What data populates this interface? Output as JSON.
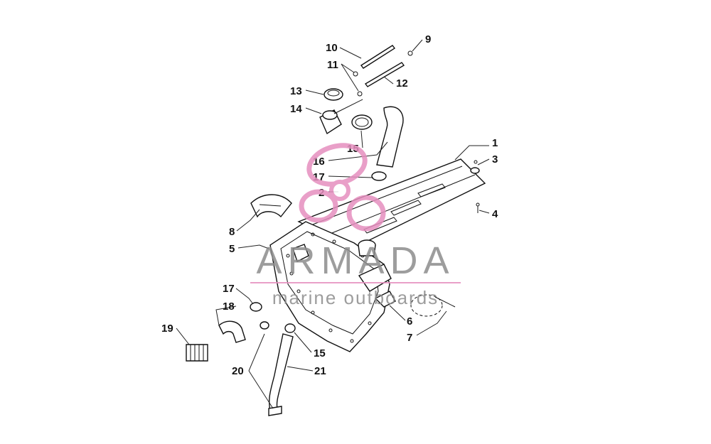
{
  "callouts": [
    {
      "id": "c1",
      "label": "1"
    },
    {
      "id": "c2",
      "label": "2"
    },
    {
      "id": "c3",
      "label": "3"
    },
    {
      "id": "c4",
      "label": "4"
    },
    {
      "id": "c5",
      "label": "5"
    },
    {
      "id": "c6",
      "label": "6"
    },
    {
      "id": "c7",
      "label": "7"
    },
    {
      "id": "c8",
      "label": "8"
    },
    {
      "id": "c9",
      "label": "9"
    },
    {
      "id": "c10",
      "label": "10"
    },
    {
      "id": "c11",
      "label": "11"
    },
    {
      "id": "c12",
      "label": "12"
    },
    {
      "id": "c13",
      "label": "13"
    },
    {
      "id": "c14",
      "label": "14"
    },
    {
      "id": "c15a",
      "label": "15"
    },
    {
      "id": "c15b",
      "label": "15"
    },
    {
      "id": "c16",
      "label": "16"
    },
    {
      "id": "c17a",
      "label": "17"
    },
    {
      "id": "c17b",
      "label": "17"
    },
    {
      "id": "c18",
      "label": "18"
    },
    {
      "id": "c19",
      "label": "19"
    },
    {
      "id": "c20",
      "label": "20"
    },
    {
      "id": "c21",
      "label": "21"
    }
  ],
  "watermark": {
    "title": "ARMADA",
    "subtitle": "marine outboards",
    "colors": {
      "gray": "#8c8c8c",
      "pink": "#e68fbf"
    }
  }
}
